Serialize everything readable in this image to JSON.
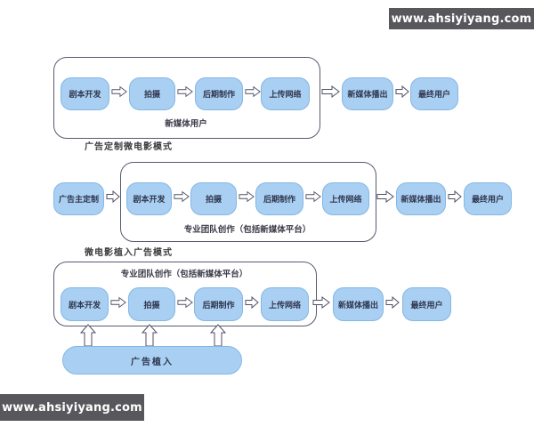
{
  "watermark": {
    "text": "www.ahsiyiyang.com"
  },
  "colors": {
    "node_fill": "#a9cff2",
    "node_border": "#84b7e5",
    "node_text": "#30374e",
    "container_border": "#575a70",
    "watermark_bar": "#58585c",
    "watermark_text": "#ffffff",
    "arrow_fill": "#ffffff",
    "arrow_outline": "#4f5064"
  },
  "flows": {
    "row1": {
      "steps": [
        "剧本开发",
        "拍摄",
        "后期制作",
        "上传网络"
      ],
      "container_label": "新媒体用户",
      "broadcast": "新媒体播出",
      "end_user": "最终用户",
      "caption": "广告定制微电影模式"
    },
    "row2": {
      "source": "广告主定制",
      "steps": [
        "剧本开发",
        "拍摄",
        "后期制作",
        "上传网络"
      ],
      "container_label": "专业团队创作（包括新媒体平台）",
      "broadcast": "新媒体播出",
      "end_user": "最终用户",
      "caption": "微电影植入广告模式"
    },
    "row3": {
      "container_label": "专业团队创作（包括新媒体平台）",
      "steps": [
        "剧本开发",
        "拍摄",
        "后期制作",
        "上传网络"
      ],
      "broadcast": "新媒体播出",
      "end_user": "最终用户",
      "ad_insert": "广告植入"
    }
  }
}
